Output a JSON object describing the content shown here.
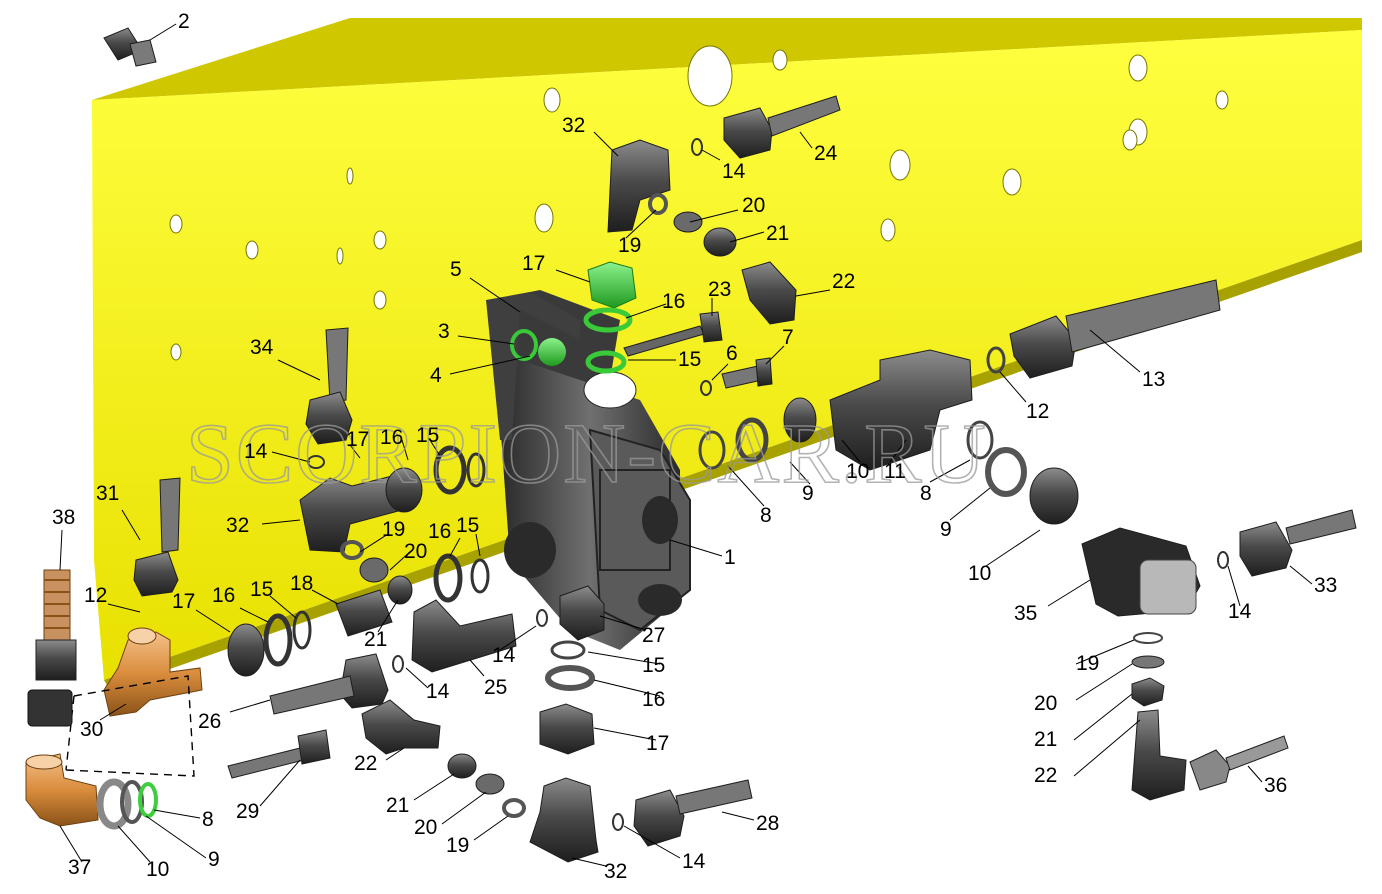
{
  "watermark": "SCORPION-CAR.RU",
  "colors": {
    "frame": "#f5f000",
    "part": "#4a4a4a",
    "highlight": "#3ecf3e",
    "brass": "#d98c3c"
  },
  "callouts": [
    {
      "text": "2"
    },
    {
      "text": "32"
    },
    {
      "text": "14"
    },
    {
      "text": "24"
    },
    {
      "text": "20"
    },
    {
      "text": "19"
    },
    {
      "text": "21"
    },
    {
      "text": "17"
    },
    {
      "text": "22"
    },
    {
      "text": "5"
    },
    {
      "text": "16"
    },
    {
      "text": "23"
    },
    {
      "text": "3"
    },
    {
      "text": "34"
    },
    {
      "text": "7"
    },
    {
      "text": "6"
    },
    {
      "text": "15"
    },
    {
      "text": "4"
    },
    {
      "text": "13"
    },
    {
      "text": "12"
    },
    {
      "text": "14"
    },
    {
      "text": "17"
    },
    {
      "text": "16"
    },
    {
      "text": "15"
    },
    {
      "text": "10"
    },
    {
      "text": "11"
    },
    {
      "text": "8"
    },
    {
      "text": "9"
    },
    {
      "text": "8"
    },
    {
      "text": "31"
    },
    {
      "text": "32"
    },
    {
      "text": "19"
    },
    {
      "text": "9"
    },
    {
      "text": "38"
    },
    {
      "text": "16"
    },
    {
      "text": "15"
    },
    {
      "text": "20"
    },
    {
      "text": "1"
    },
    {
      "text": "10"
    },
    {
      "text": "33"
    },
    {
      "text": "12"
    },
    {
      "text": "17"
    },
    {
      "text": "16"
    },
    {
      "text": "15"
    },
    {
      "text": "18"
    },
    {
      "text": "35"
    },
    {
      "text": "14"
    },
    {
      "text": "21"
    },
    {
      "text": "27"
    },
    {
      "text": "14"
    },
    {
      "text": "15"
    },
    {
      "text": "19"
    },
    {
      "text": "25"
    },
    {
      "text": "14"
    },
    {
      "text": "16"
    },
    {
      "text": "20"
    },
    {
      "text": "26"
    },
    {
      "text": "30"
    },
    {
      "text": "17"
    },
    {
      "text": "21"
    },
    {
      "text": "22"
    },
    {
      "text": "22"
    },
    {
      "text": "36"
    },
    {
      "text": "29"
    },
    {
      "text": "21"
    },
    {
      "text": "8"
    },
    {
      "text": "20"
    },
    {
      "text": "28"
    },
    {
      "text": "19"
    },
    {
      "text": "14"
    },
    {
      "text": "9"
    },
    {
      "text": "37"
    },
    {
      "text": "10"
    },
    {
      "text": "32"
    }
  ]
}
